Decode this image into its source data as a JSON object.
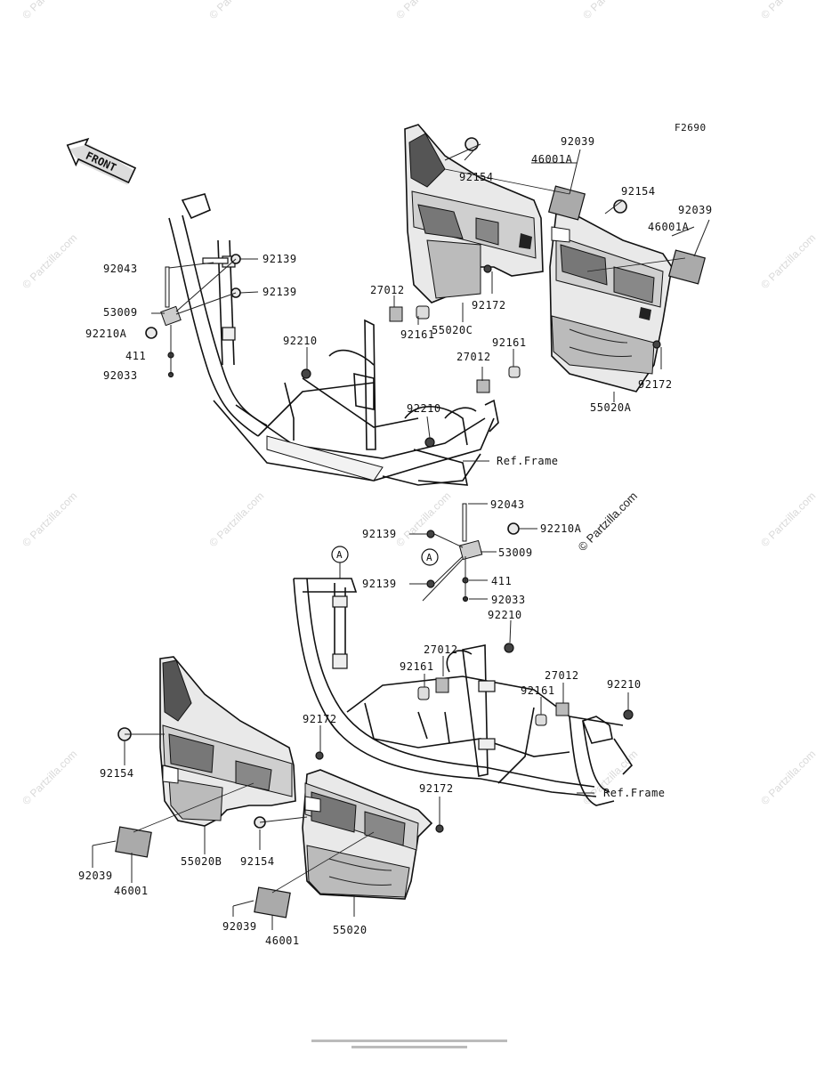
{
  "figure_code": "F2690",
  "front_arrow_text": "FRONT",
  "watermark": "© Partzilla.com",
  "callouts": {
    "a1": "A",
    "a2": "A"
  },
  "labels": {
    "t_92154_a": "92154",
    "t_46001A_a": "46001A",
    "t_92039_a": "92039",
    "t_92154_b": "92154",
    "t_92039_b": "92039",
    "t_46001A_b": "46001A",
    "t_92043_a": "92043",
    "t_92139_a": "92139",
    "t_92139_b": "92139",
    "t_53009_a": "53009",
    "t_92210A_a": "92210A",
    "t_411_a": "411",
    "t_92033_a": "92033",
    "t_27012_a": "27012",
    "t_92161_a": "92161",
    "t_92210_a": "92210",
    "t_55020C": "55020C",
    "t_92172_a": "92172",
    "t_92161_b": "92161",
    "t_27012_b": "27012",
    "t_92210_b": "92210",
    "t_ref_frame_a": "Ref.Frame",
    "t_92172_b": "92172",
    "t_55020A": "55020A",
    "t_92043_b": "92043",
    "t_92210A_b": "92210A",
    "t_92139_c": "92139",
    "t_53009_b": "53009",
    "t_411_b": "411",
    "t_92139_d": "92139",
    "t_92033_b": "92033",
    "t_92210_c": "92210",
    "t_27012_c": "27012",
    "t_92161_c": "92161",
    "t_27012_d": "27012",
    "t_92161_d": "92161",
    "t_92210_d": "92210",
    "t_92172_c": "92172",
    "t_92154_c": "92154",
    "t_ref_frame_b": "Ref.Frame",
    "t_92172_d": "92172",
    "t_55020B": "55020B",
    "t_92154_d": "92154",
    "t_92039_c": "92039",
    "t_46001_a": "46001",
    "t_92039_d": "92039",
    "t_46001_b": "46001",
    "t_55020": "55020"
  }
}
